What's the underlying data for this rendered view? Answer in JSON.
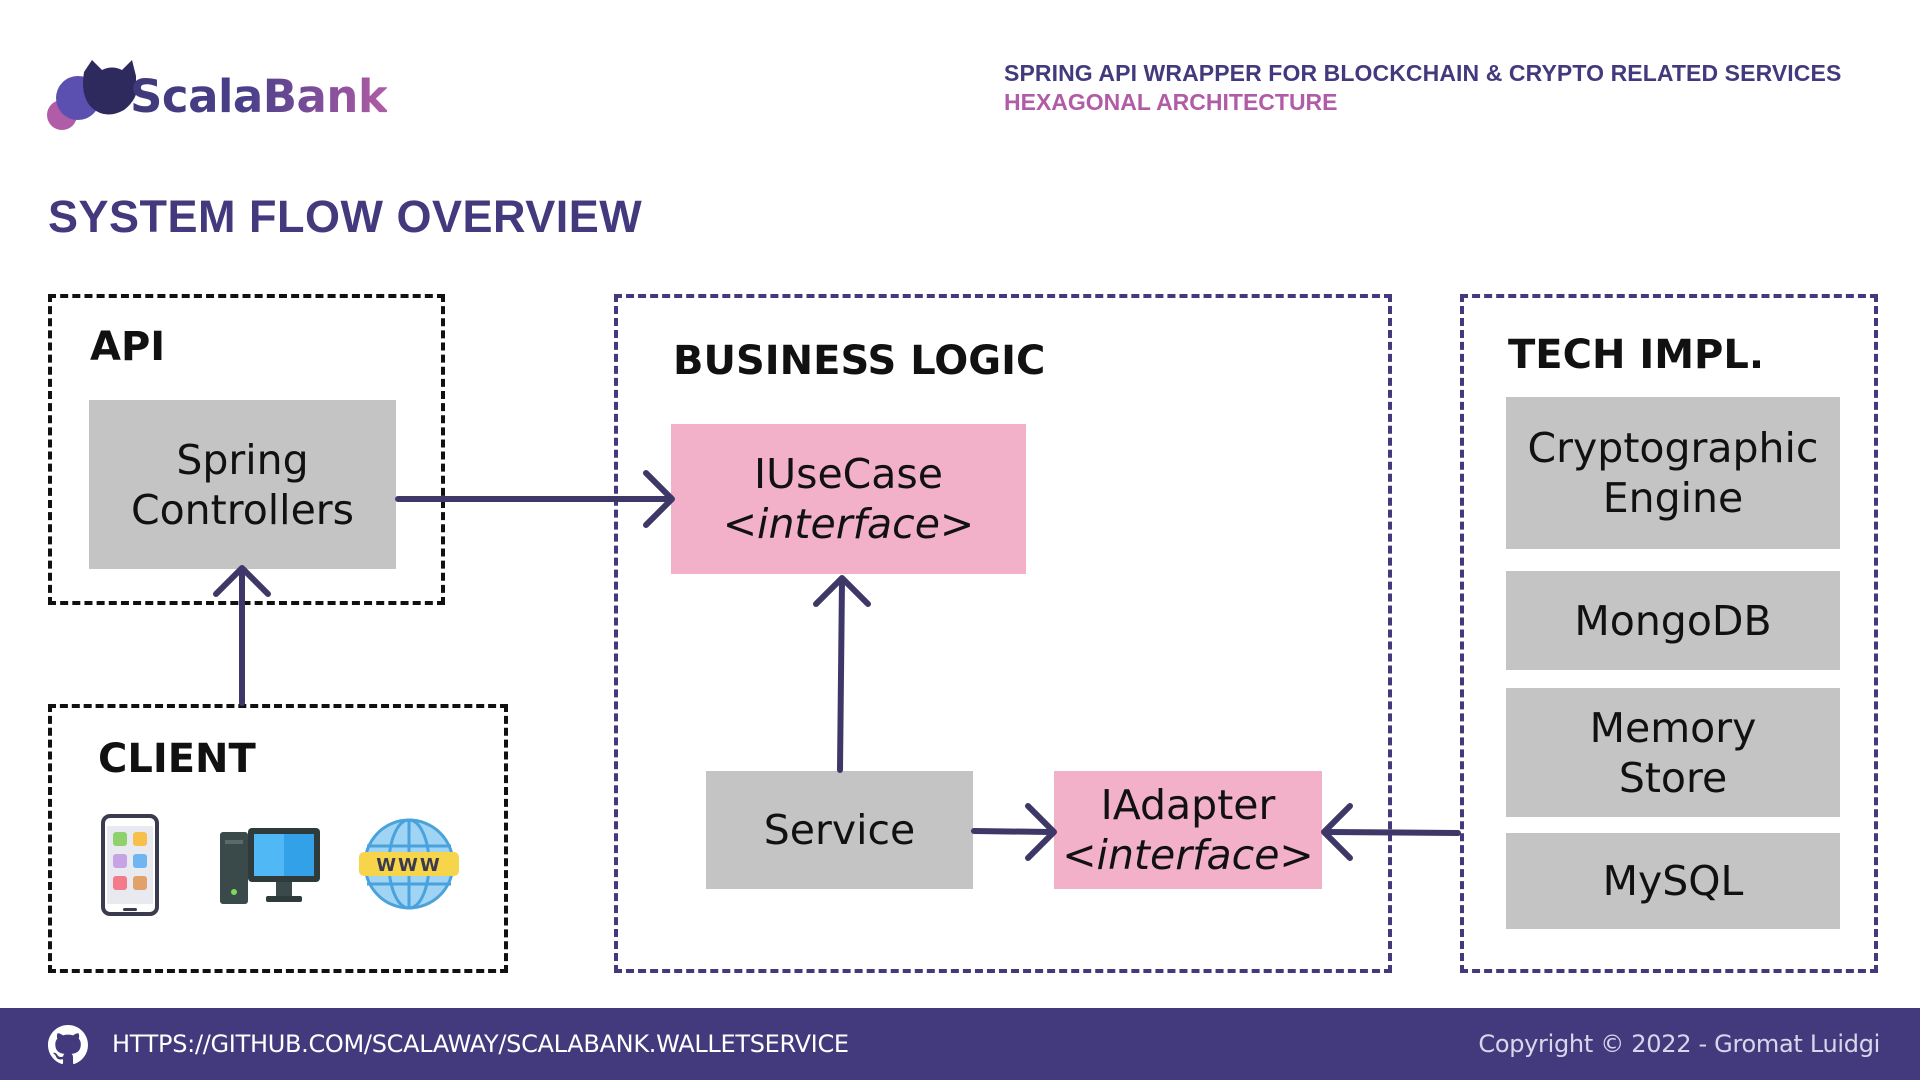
{
  "brand": {
    "name": "ScalaBank"
  },
  "header": {
    "title": "SPRING API WRAPPER FOR BLOCKCHAIN & CRYPTO RELATED SERVICES",
    "subtitle": "HEXAGONAL ARCHITECTURE"
  },
  "page_title": "SYSTEM FLOW OVERVIEW",
  "colors": {
    "brand_purple": "#433a7e",
    "brand_pink": "#b15ca6",
    "box_grey": "#c4c4c4",
    "box_pink": "#f2b1c9"
  },
  "api": {
    "label": "API",
    "box": {
      "line1": "Spring",
      "line2": "Controllers"
    }
  },
  "client": {
    "label": "CLIENT",
    "icons": [
      "smartphone-icon",
      "desktop-computer-icon",
      "www-globe-icon"
    ],
    "www_text": "WWW"
  },
  "business": {
    "label": "BUSINESS LOGIC",
    "usecase": {
      "name": "IUseCase",
      "kind": "<interface>"
    },
    "service": {
      "name": "Service"
    },
    "adapter": {
      "name": "IAdapter",
      "kind": "<interface>"
    }
  },
  "tech": {
    "label": "TECH IMPL.",
    "items": [
      {
        "line1": "Cryptographic",
        "line2": "Engine"
      },
      {
        "line1": "MongoDB",
        "line2": ""
      },
      {
        "line1": "Memory",
        "line2": "Store"
      },
      {
        "line1": "MySQL",
        "line2": ""
      }
    ]
  },
  "footer": {
    "link": "HTTPS://GITHUB.COM/SCALAWAY/SCALABANK.WALLETSERVICE",
    "copyright": "Copyright © 2022 - Gromat Luidgi",
    "icon": "github-icon"
  }
}
